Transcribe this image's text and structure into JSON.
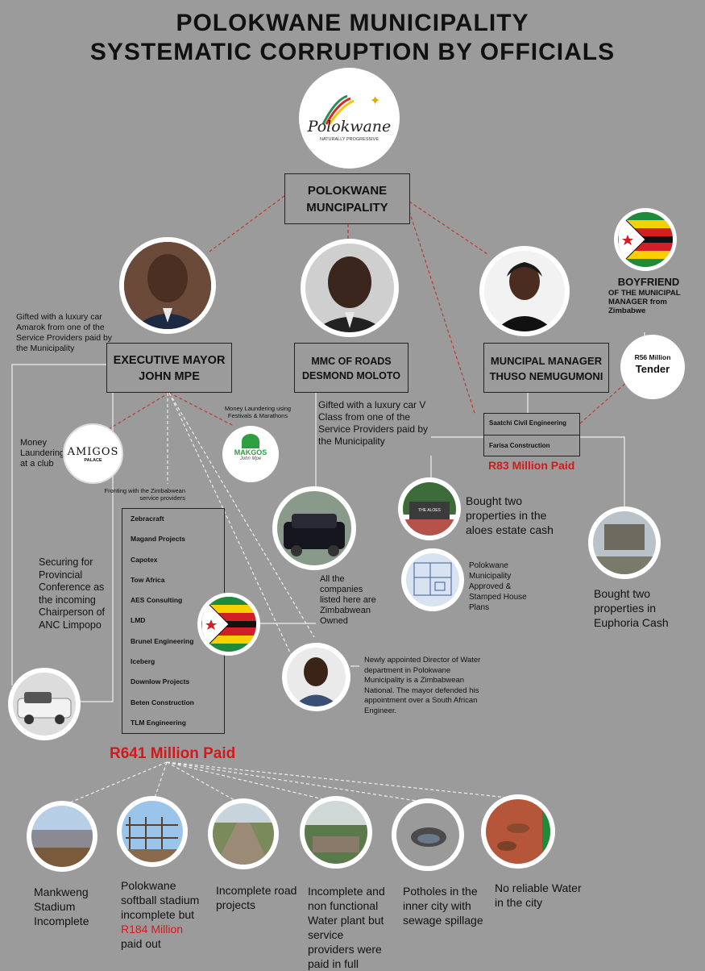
{
  "title": {
    "line1": "POLOKWANE MUNICIPALITY",
    "line2": "SYSTEMATIC CORRUPTION BY OFFICIALS"
  },
  "logo": {
    "name": "Polokwane",
    "tagline": "NATURALLY PROGRESSIVE"
  },
  "municipality_box": {
    "line1": "POLOKWANE",
    "line2": "MUNCIPALITY"
  },
  "mayor": {
    "line1": "EXECUTIVE MAYOR",
    "line2": "JOHN MPE"
  },
  "mmc": {
    "line1": "MMC OF ROADS",
    "line2": "DESMOND MOLOTO"
  },
  "manager": {
    "line1": "MUNCIPAL MANAGER",
    "line2": "THUSO NEMUGUMONI"
  },
  "boyfriend": {
    "heading": "BOYFRIEND",
    "sub": "OF THE MUNICIPAL MANAGER from Zimbabwe"
  },
  "tender": {
    "line1": "R56 Million",
    "line2": "Tender"
  },
  "notes": {
    "mayor_car": "Gifted with a luxury car Amarok from one of the Service Providers paid by the Municipality",
    "money_club": "Money Laundering at a club",
    "money_festivals": "Money Laundering using Festivals & Marathons",
    "mmc_car": "Gifted with a luxury car  V Class from one of the Service Providers paid by the Municipality",
    "fronting": "Fronting with the Zimbabwean service providers",
    "securing": "Securing for Provincial Conference as the incoming Chairperson of ANC Limpopo",
    "zim_owned": "All the companies listed here are Zimbabwean Owned",
    "water_director": "Newly appointed Director of Water department  in Polokwane Municipality is a Zimbabwean National. The mayor defended his appointment over a South African Engineer.",
    "aloes": "Bought two properties in the aloes estate cash",
    "house_plans": "Polokwane Municipality Approved & Stamped House Plans",
    "euphoria": "Bought two properties in Euphoria Cash"
  },
  "amigos": {
    "name": "AMIGOS",
    "sub": "PALACE"
  },
  "makgoba": {
    "name": "MAKGOS",
    "sub": "John Mpe"
  },
  "aloes_sign": "THE ALOES",
  "manager_companies": [
    "Saatchi Civil Engineering",
    "Farisa Construction"
  ],
  "manager_paid": "R83 Million Paid",
  "mayor_companies": [
    "Zebracraft",
    "Magand Projects",
    "Capotex",
    "Tow Africa",
    "AES Consulting",
    "LMD",
    "Brunel Engineering",
    "Iceberg",
    "Downlow Projects",
    "Beten Construction",
    "TLM Engineering"
  ],
  "mayor_paid": "R641 Million Paid",
  "projects": [
    {
      "label": "Mankweng Stadium Incomplete"
    },
    {
      "label_a": "Polokwane softball stadium incomplete but ",
      "amount": "R184 Million",
      "label_b": " paid out"
    },
    {
      "label": "Incomplete road projects"
    },
    {
      "label": "Incomplete and non functional Water plant but service providers were paid in full"
    },
    {
      "label": "Potholes in the inner city with sewage spillage"
    },
    {
      "label": "No reliable Water in the city"
    }
  ],
  "colors": {
    "background": "#9b9b9b",
    "accent_red": "#d6181c",
    "dashed_line": "#c0392b"
  },
  "icons": [
    "polokwane-logo",
    "zimbabwe-flag",
    "amigos-logo",
    "makgoba-logo",
    "mayor-photo",
    "mmc-photo",
    "manager-photo",
    "director-photo",
    "amarok-car-photo",
    "vclass-car-photo"
  ]
}
